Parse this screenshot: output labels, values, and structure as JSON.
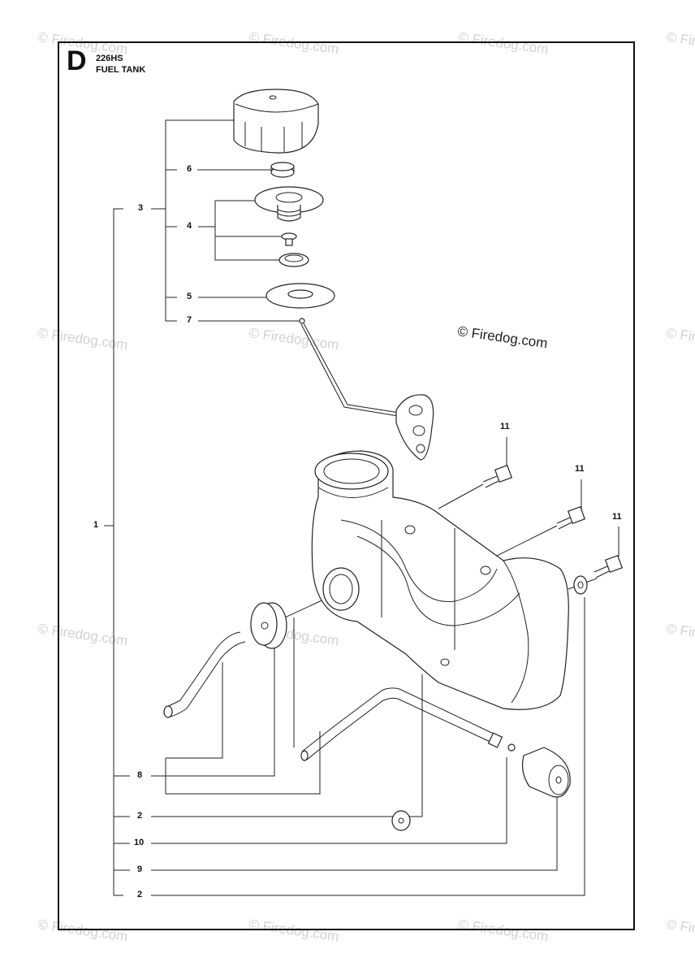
{
  "header": {
    "section_letter": "D",
    "model": "226HS",
    "title": "FUEL TANK"
  },
  "watermark": "© Firedog.com",
  "copyright": "© Firedog.com",
  "callouts": {
    "c6": "6",
    "c3": "3",
    "c4": "4",
    "c5": "5",
    "c7": "7",
    "c1": "1",
    "c8": "8",
    "c2a": "2",
    "c10": "10",
    "c9": "9",
    "c2b": "2",
    "c11a": "11",
    "c11b": "11",
    "c11c": "11"
  }
}
